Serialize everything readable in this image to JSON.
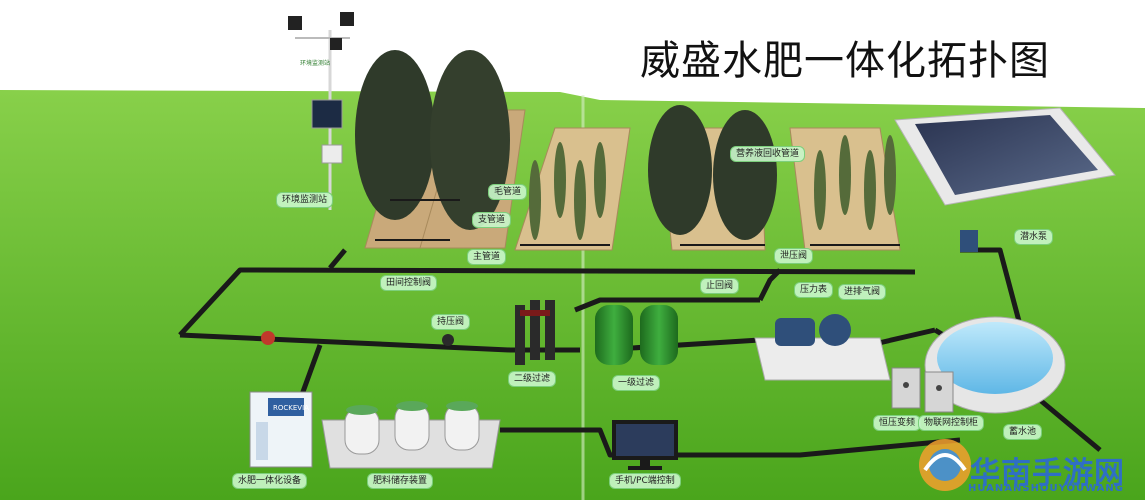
{
  "title": "威盛水肥一体化拓扑图",
  "labels": {
    "weather_station": "环境监测站",
    "main_pipe_top": "毛管道",
    "branch_pipe": "支管道",
    "main_pipe": "主管道",
    "field_valve": "田间控制阀",
    "nutrient_recycle": "营养液回收管道",
    "check_valve": "止回阀",
    "pressure_relief": "泄压阀",
    "pressure_gauge": "压力表",
    "air_valve": "进排气阀",
    "water_pump": "潜水泵",
    "pressure_hold_valve": "持压阀",
    "secondary_filter": "二级过滤",
    "primary_filter": "一级过滤",
    "vfd": "恒压变频",
    "iot_cabinet": "物联网控制柜",
    "reservoir": "蓄水池",
    "fertigation_machine": "水肥一体化设备",
    "fertilizer_storage": "肥料储存装置",
    "mobile_pc": "手机/PC端控制"
  },
  "device_brand": "ROCKEVIA",
  "station_tag": "环境监测站",
  "watermark": {
    "cn": "华南手游网",
    "en": "HUANANSHOUYOUWANG"
  },
  "colors": {
    "grass": "#5fb82a",
    "pipe": "#1a1a1a",
    "soil": "#c9a97a",
    "tree": "#2f3a2a",
    "water": "#8fd3f4"
  }
}
